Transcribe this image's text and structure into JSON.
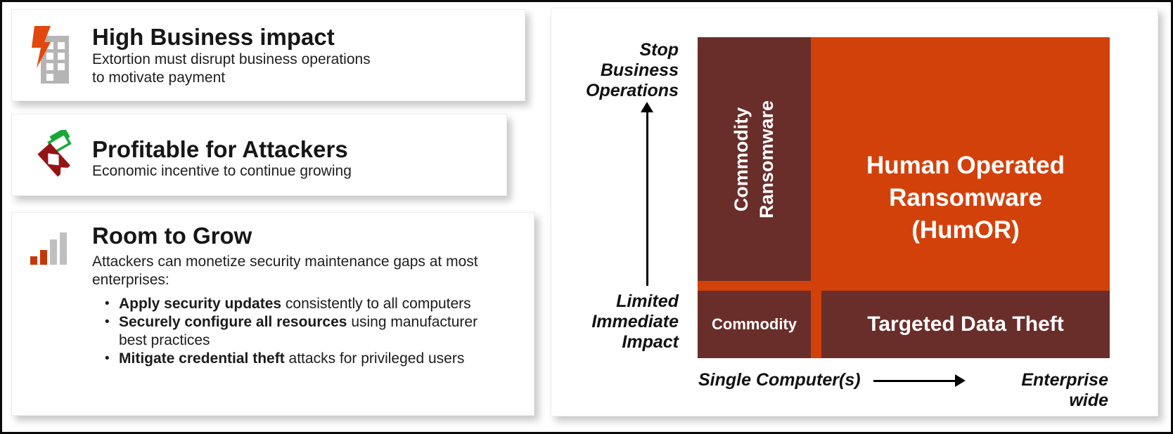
{
  "colors": {
    "chart_orange": "#d3410b",
    "quadrant_maroon": "#692e2a",
    "bolt_orange": "#e2470d",
    "bar_accent_orange": "#c63708",
    "icon_gray": "#b5b5b5",
    "money_red": "#941414",
    "money_green": "#18a838",
    "text": "#1b1b1b"
  },
  "cards": [
    {
      "icon": "building-lightning-icon",
      "title": "High Business impact",
      "lines": [
        "Extortion must disrupt business operations",
        "to motivate payment"
      ]
    },
    {
      "icon": "money-icon",
      "title": "Profitable for Attackers",
      "lines": [
        "Economic incentive to continue growing"
      ]
    },
    {
      "icon": "growth-bars-icon",
      "title": "Room to Grow",
      "intro_lines": [
        "Attackers can monetize security maintenance gaps at most",
        "enterprises:"
      ],
      "bullets": [
        {
          "dot": "•",
          "bold": "Apply security updates",
          "rest": " consistently to all computers",
          "cont": ""
        },
        {
          "dot": "•",
          "bold": "Securely configure all resources",
          "rest": " using manufacturer",
          "cont": "best practices"
        },
        {
          "dot": "•",
          "bold": "Mitigate credential theft",
          "rest": " attacks for privileged users",
          "cont": ""
        }
      ]
    }
  ],
  "chart": {
    "y_axis": {
      "top_lines": [
        "Stop",
        "Business",
        "Operations"
      ],
      "bottom_lines": [
        "Limited",
        "Immediate",
        "Impact"
      ]
    },
    "x_axis": {
      "left_label": "Single Computer(s)",
      "right_label": "Enterprise wide"
    },
    "quadrants": {
      "top_left": {
        "lines": [
          "Commodity",
          "Ransomware"
        ]
      },
      "top_right": {
        "lines": [
          "Human Operated",
          "Ransomware",
          "(HumOR)"
        ]
      },
      "bottom_left": {
        "label": "Commodity"
      },
      "bottom_right": {
        "label": "Targeted Data Theft"
      }
    }
  }
}
